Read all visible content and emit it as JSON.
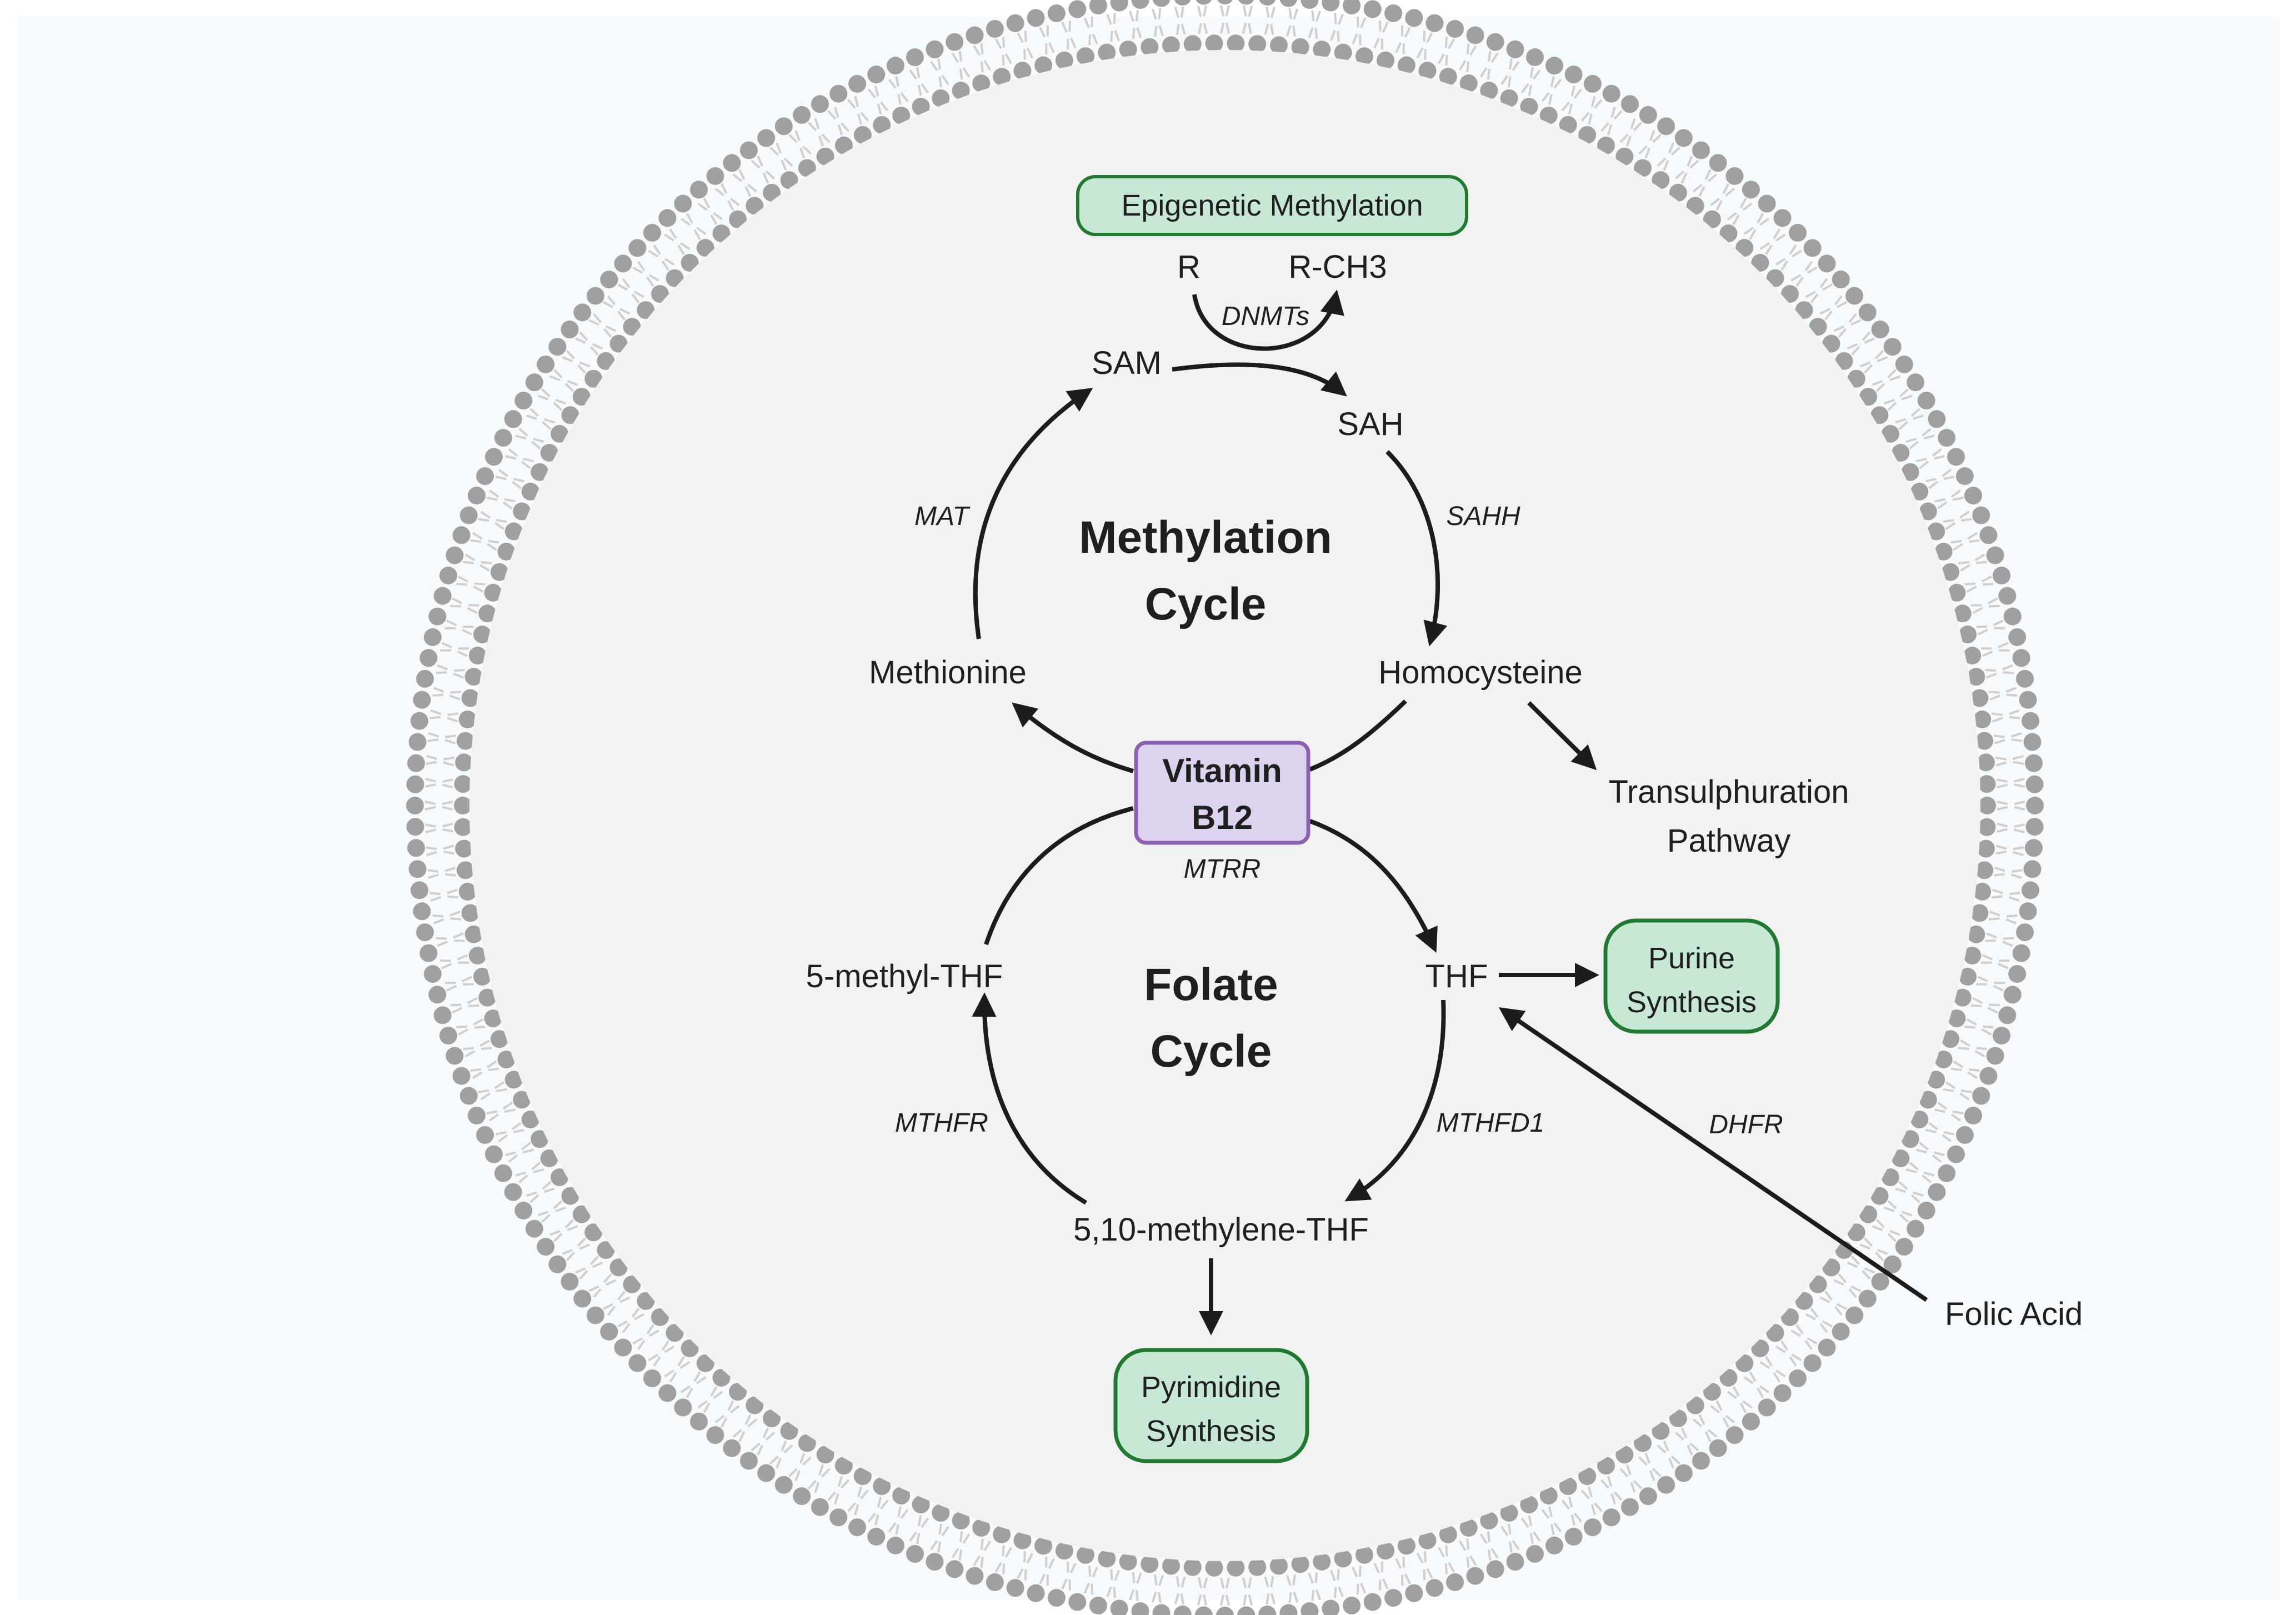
{
  "colors": {
    "background": "#f7fafd",
    "cell_interior": "#f2f2f2",
    "membrane_head": "#a0a0a0",
    "membrane_tail": "#cfcfcf",
    "green_fill": "#c6e8d5",
    "green_stroke": "#1f7a2f",
    "purple_fill": "#ddd3ee",
    "purple_stroke": "#8c60b3",
    "arrow": "#1c1c1c"
  },
  "boxes": {
    "epigenetic": "Epigenetic Methylation",
    "vitamin_line1": "Vitamin",
    "vitamin_line2": "B12",
    "purine_line1": "Purine",
    "purine_line2": "Synthesis",
    "pyrimidine_line1": "Pyrimidine",
    "pyrimidine_line2": "Synthesis"
  },
  "cycles": {
    "methylation_line1": "Methylation",
    "methylation_line2": "Cycle",
    "folate_line1": "Folate",
    "folate_line2": "Cycle"
  },
  "metabolites": {
    "r": "R",
    "rch3": "R-CH3",
    "sam": "SAM",
    "sah": "SAH",
    "methionine": "Methionine",
    "homocysteine": "Homocysteine",
    "transsulfuration_line1": "Transulphuration",
    "transsulfuration_line2": "Pathway",
    "methyl_thf": "5-methyl-THF",
    "thf": "THF",
    "methylene_thf": "5,10-methylene-THF",
    "folic_acid": "Folic Acid"
  },
  "enzymes": {
    "dnmts": "DNMTs",
    "mat": "MAT",
    "sahh": "SAHH",
    "mtrr": "MTRR",
    "mthfr": "MTHFR",
    "mthfd1": "MTHFD1",
    "dhfr": "DHFR"
  }
}
